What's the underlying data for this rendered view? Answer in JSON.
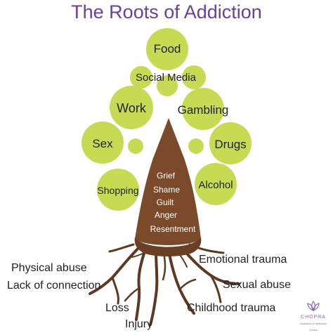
{
  "title": "The Roots of Addiction",
  "colors": {
    "title": "#6a3fa0",
    "leaf": "#c6db53",
    "trunk": "#7a4a2a",
    "trunk_base": "#6b3f24",
    "text": "#222222",
    "trunk_text": "#ffffff",
    "logo": "#8a6ab0"
  },
  "leaves": [
    "Food",
    "Social Media",
    "Work",
    "Gambling",
    "Sex",
    "Drugs",
    "Alcohol",
    "Shopping"
  ],
  "trunk_words": [
    "Grief",
    "Shame",
    "Guilt",
    "Anger",
    "Resentment"
  ],
  "roots": [
    "Physical abuse",
    "Lack of connection",
    "Loss",
    "Injury",
    "Emotional trauma",
    "Sexual abuse",
    "Childhood trauma"
  ],
  "logo": {
    "name": "CHOPRA",
    "sub": "Addiction & Wellness Centre",
    "icon": "lotus-icon"
  }
}
